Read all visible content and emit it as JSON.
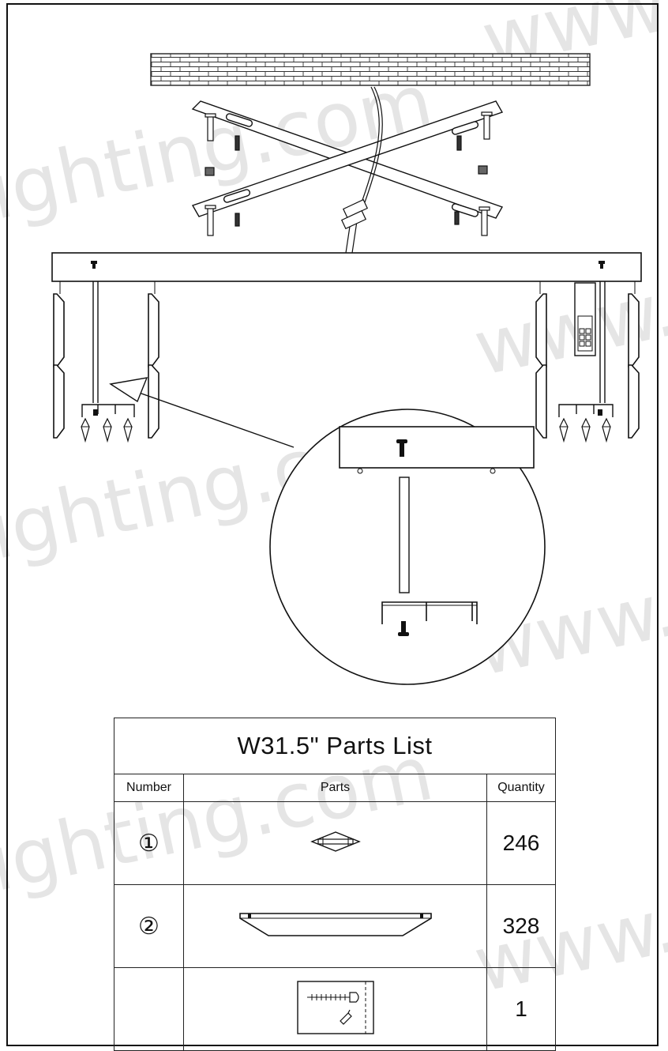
{
  "watermark": {
    "left_fragment": "ighting.com",
    "right_fragment": "www."
  },
  "parts_table": {
    "title": "W31.5\"   Parts List",
    "headers": {
      "number": "Number",
      "parts": "Parts",
      "quantity": "Quantity"
    },
    "rows": [
      {
        "number": "①",
        "part_icon": "crystal-bead-icon",
        "quantity": "246"
      },
      {
        "number": "②",
        "part_icon": "crystal-prism-plate-icon",
        "quantity": "328"
      },
      {
        "number": "",
        "part_icon": "screw-pack-icon",
        "quantity": "1"
      }
    ]
  }
}
